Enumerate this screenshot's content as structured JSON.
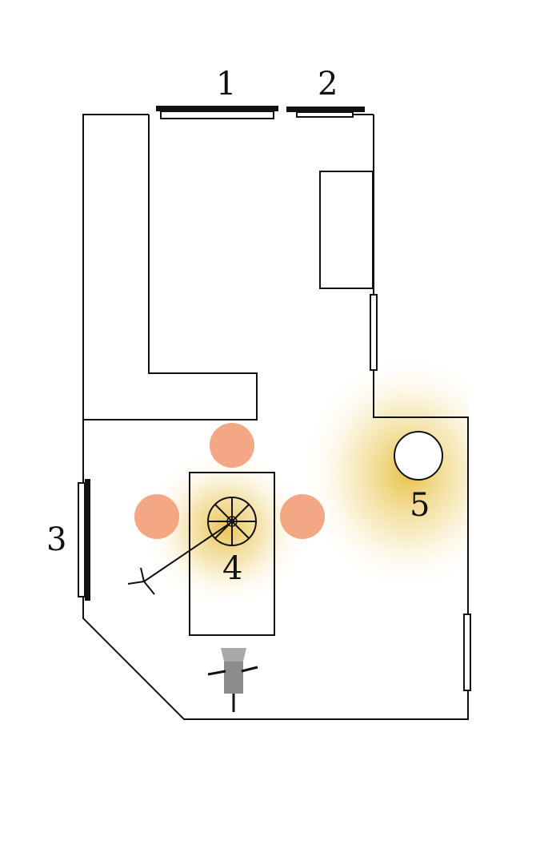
{
  "labels": {
    "window_1": "1",
    "window_2": "2",
    "window_3": "3",
    "table_light": "4",
    "round_light": "5"
  },
  "colors": {
    "wall": "#111111",
    "window_frame": "#111111",
    "chair": "#f3a07a",
    "glow": "#e9c24a",
    "camera": "#8c8c8c",
    "background": "#ffffff"
  },
  "icons": {
    "table_lamp": "wheel-lamp-icon",
    "camera": "camera-on-tripod-icon",
    "light_stand": "light-stand-icon"
  }
}
